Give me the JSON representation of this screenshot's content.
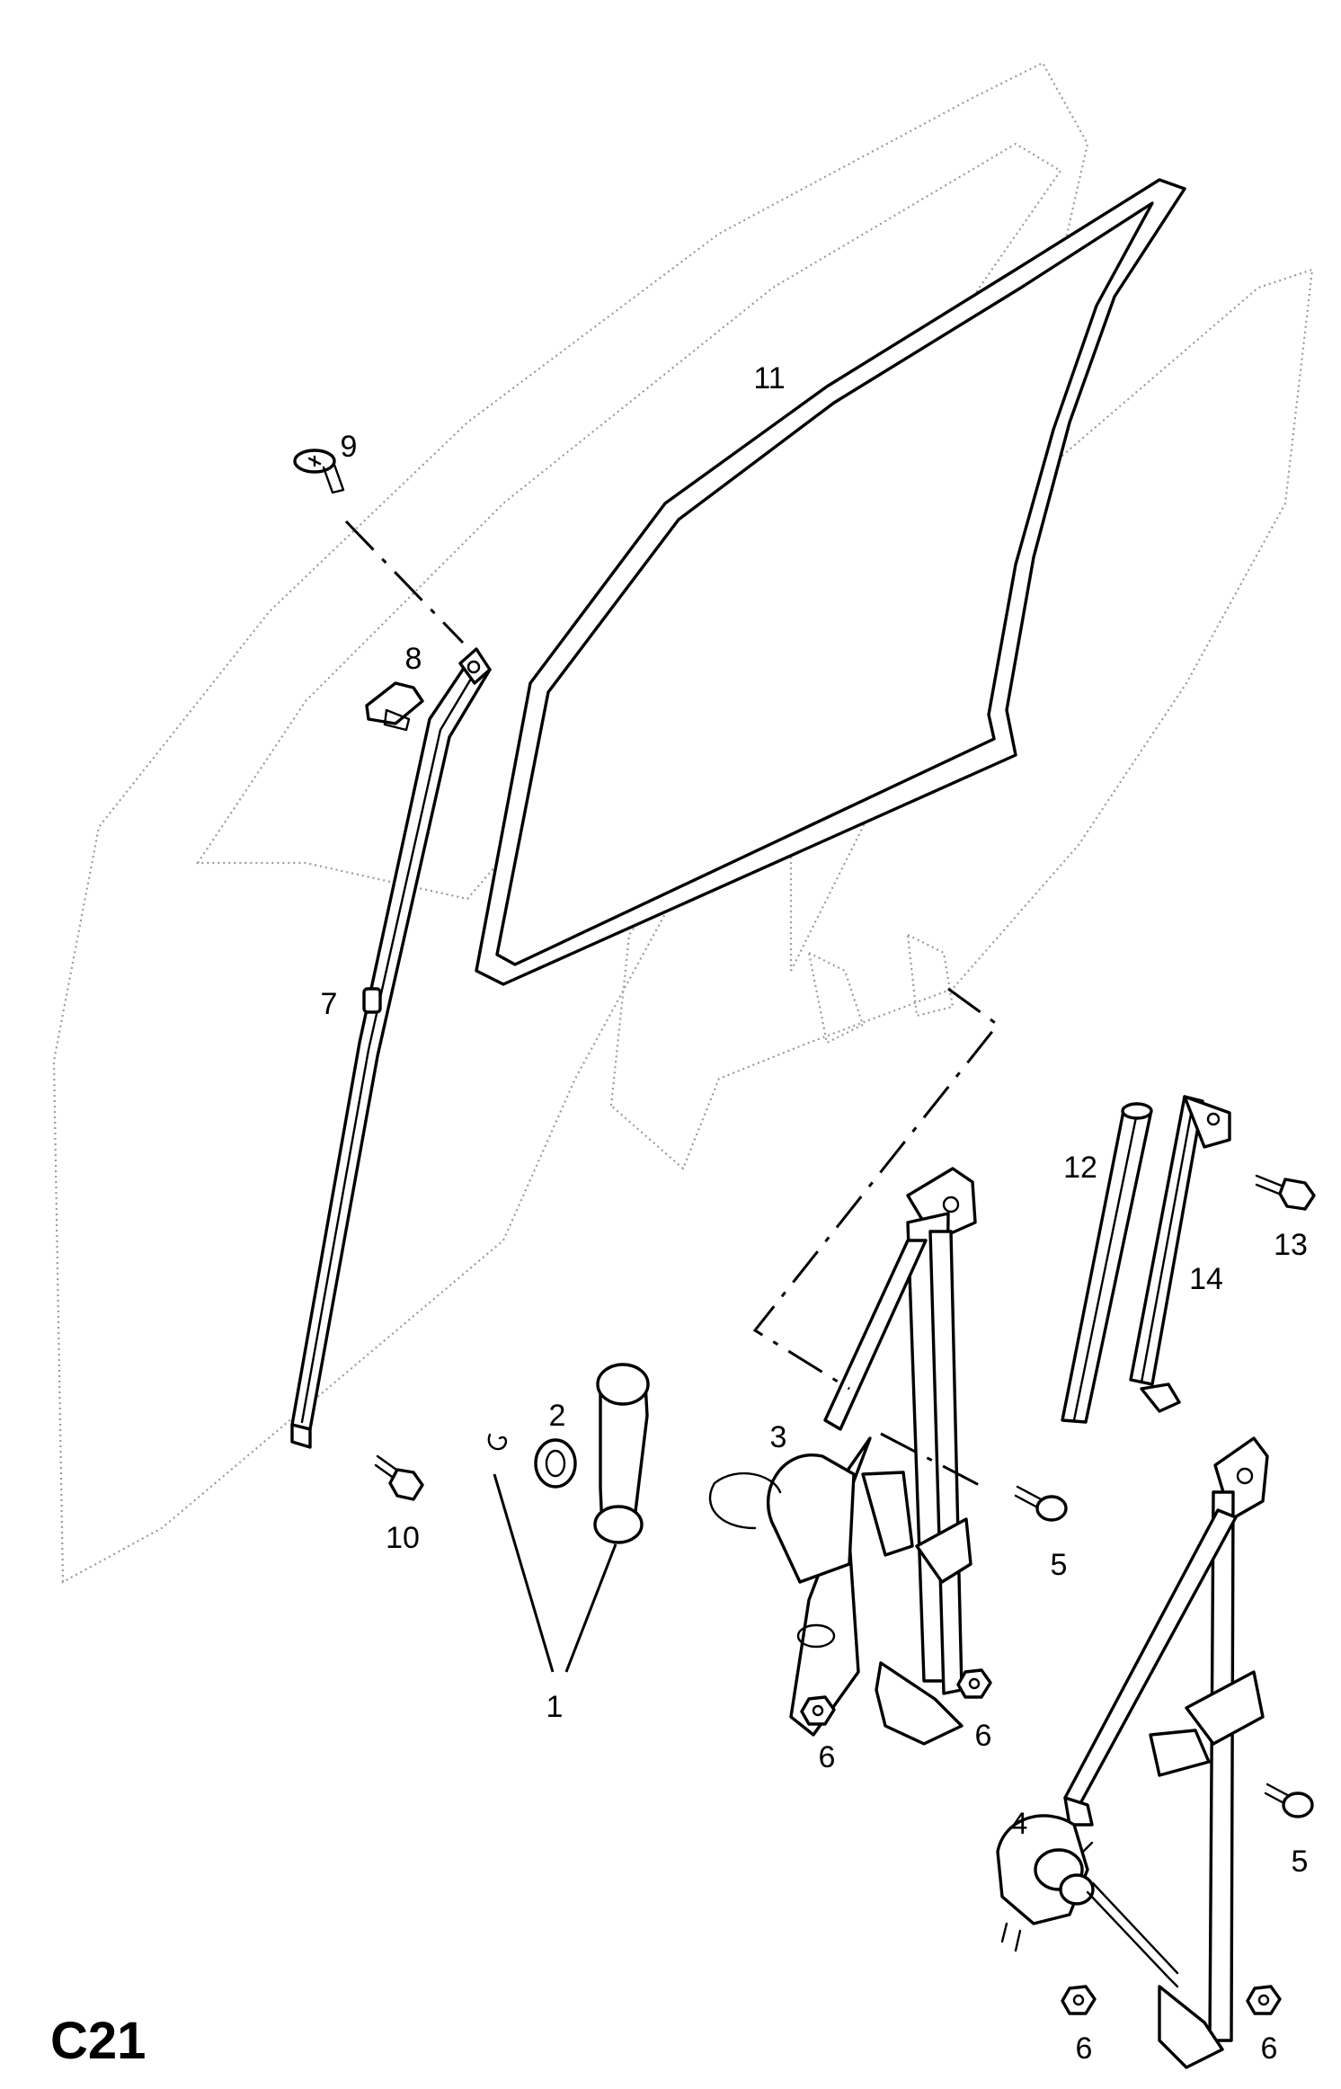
{
  "page_code": "C21",
  "callouts": {
    "c1": "1",
    "c2": "2",
    "c3": "3",
    "c4": "4",
    "c5a": "5",
    "c5b": "5",
    "c6a": "6",
    "c6b": "6",
    "c6c": "6",
    "c6d": "6",
    "c7": "7",
    "c8": "8",
    "c9": "9",
    "c10": "10",
    "c11": "11",
    "c12": "12",
    "c13": "13",
    "c14": "14"
  }
}
